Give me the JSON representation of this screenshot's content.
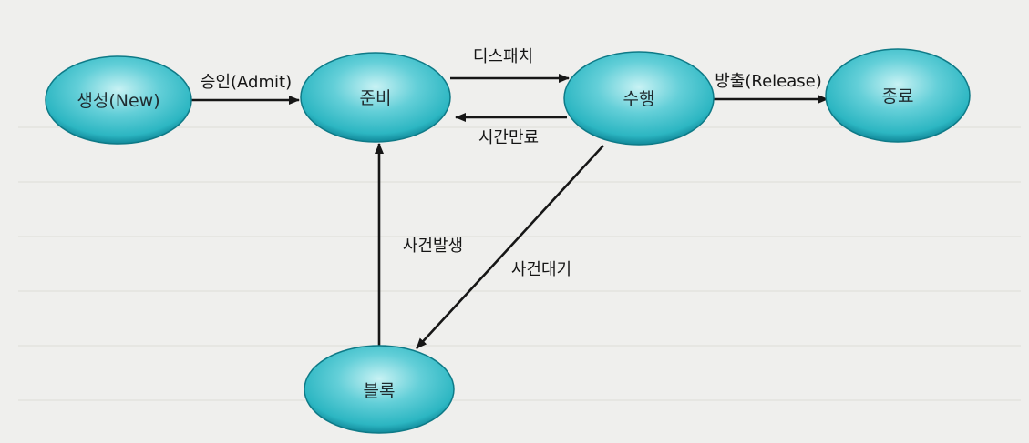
{
  "states": {
    "new": "생성(New)",
    "ready": "준비",
    "running": "수행",
    "terminated": "종료",
    "blocked": "블록"
  },
  "transitions": {
    "admit": "승인(Admit)",
    "dispatch": "디스패치",
    "timeout": "시간만료",
    "release": "방출(Release)",
    "event_wait": "사건대기",
    "event_occurs": "사건발생"
  },
  "colors": {
    "node_fill": "#2cb6c2",
    "node_highlight": "#c8f2f4",
    "node_edge": "#0e7a87",
    "arrow": "#161616",
    "background": "#efefed"
  }
}
